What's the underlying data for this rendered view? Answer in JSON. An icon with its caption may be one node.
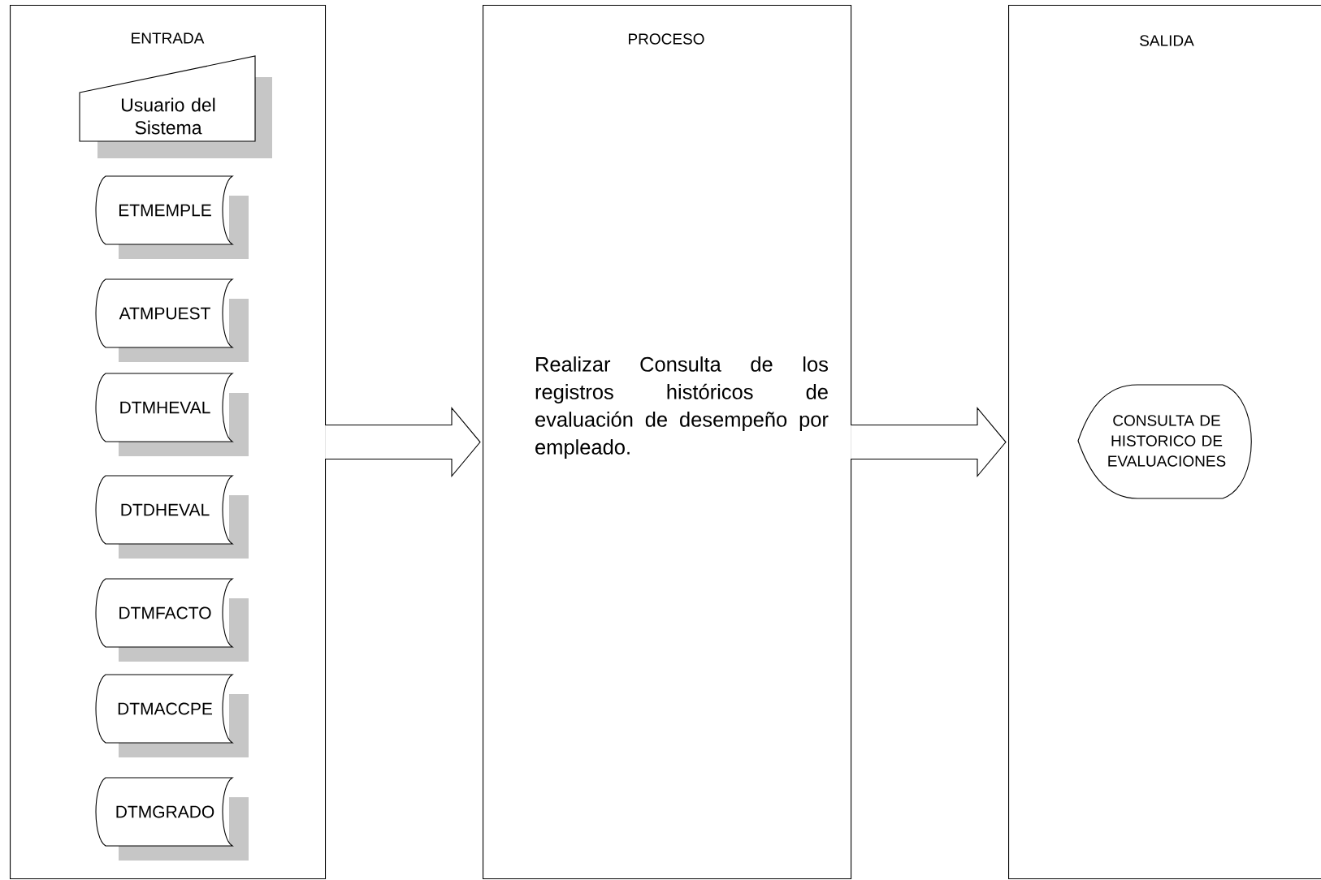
{
  "diagram": {
    "nodes": [
      {
        "text": [
          "ENTRADA"
        ]
      },
      {
        "text": [
          "Usuario del Sistema"
        ],
        "in": 0
      },
      {
        "text": [
          "ETMEMPLE"
        ],
        "in": 0
      },
      {
        "text": [
          "ATMPUEST"
        ],
        "in": 0
      },
      {
        "text": [
          "DTMHEVAL"
        ],
        "in": 0
      },
      {
        "text": [
          "DTDHEVAL"
        ],
        "in": 0
      },
      {
        "text": [
          "DTMFACTO"
        ],
        "in": 0
      },
      {
        "text": [
          "DTMACCPE"
        ],
        "in": 0
      },
      {
        "text": [
          "DTMGRADO"
        ],
        "in": 0
      },
      {
        "text": [
          "PROCESO",
          "Realizar Consulta de los registros históricos de evaluación de desempeño por empleado."
        ]
      },
      {
        "text": [
          "SALIDA"
        ]
      },
      {
        "text": [
          "CONSULTA DE HISTORICO DE EVALUACIONES"
        ],
        "in": 10
      }
    ],
    "edges": [
      {
        "from": 0,
        "to": 9,
        "arrow": "to"
      },
      {
        "from": 9,
        "to": 10,
        "arrow": "to"
      }
    ]
  }
}
